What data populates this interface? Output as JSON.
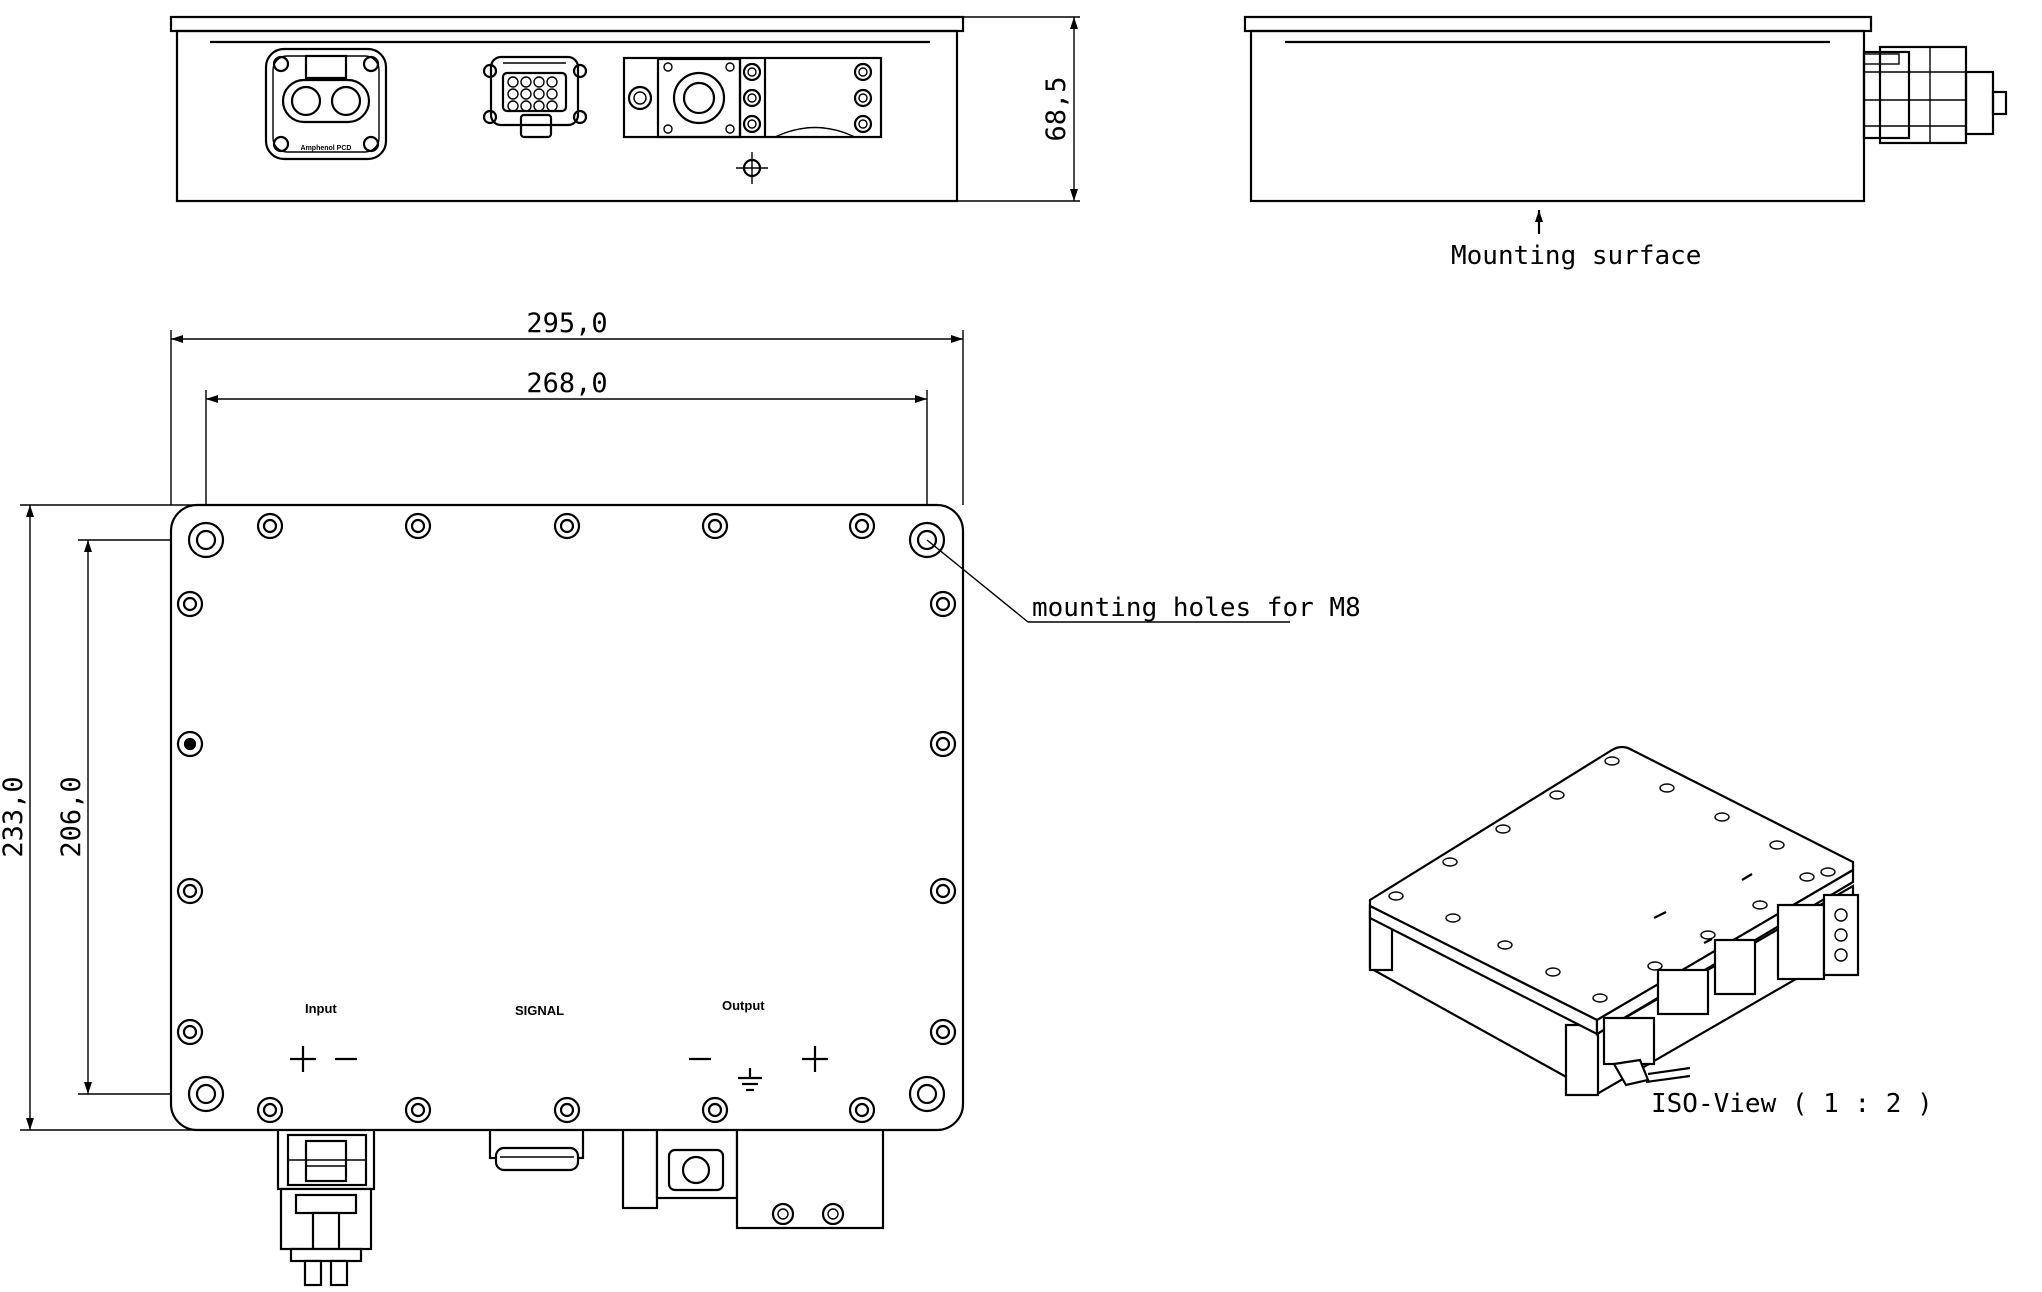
{
  "drawing": {
    "dimensions": {
      "height_side": "68,5",
      "width_overall": "295,0",
      "width_holes": "268,0",
      "depth_overall": "233,0",
      "depth_holes": "206,0"
    },
    "notes": {
      "mounting_surface": "Mounting surface",
      "mounting_holes": "mounting holes for M8",
      "iso_view": "ISO-View ( 1 : 2 )"
    },
    "labels": {
      "input": "Input",
      "signal": "SIGNAL",
      "output": "Output",
      "plus_symbol": "+",
      "minus_symbol": "−"
    },
    "connector_brand": "Amphenol PCD"
  }
}
